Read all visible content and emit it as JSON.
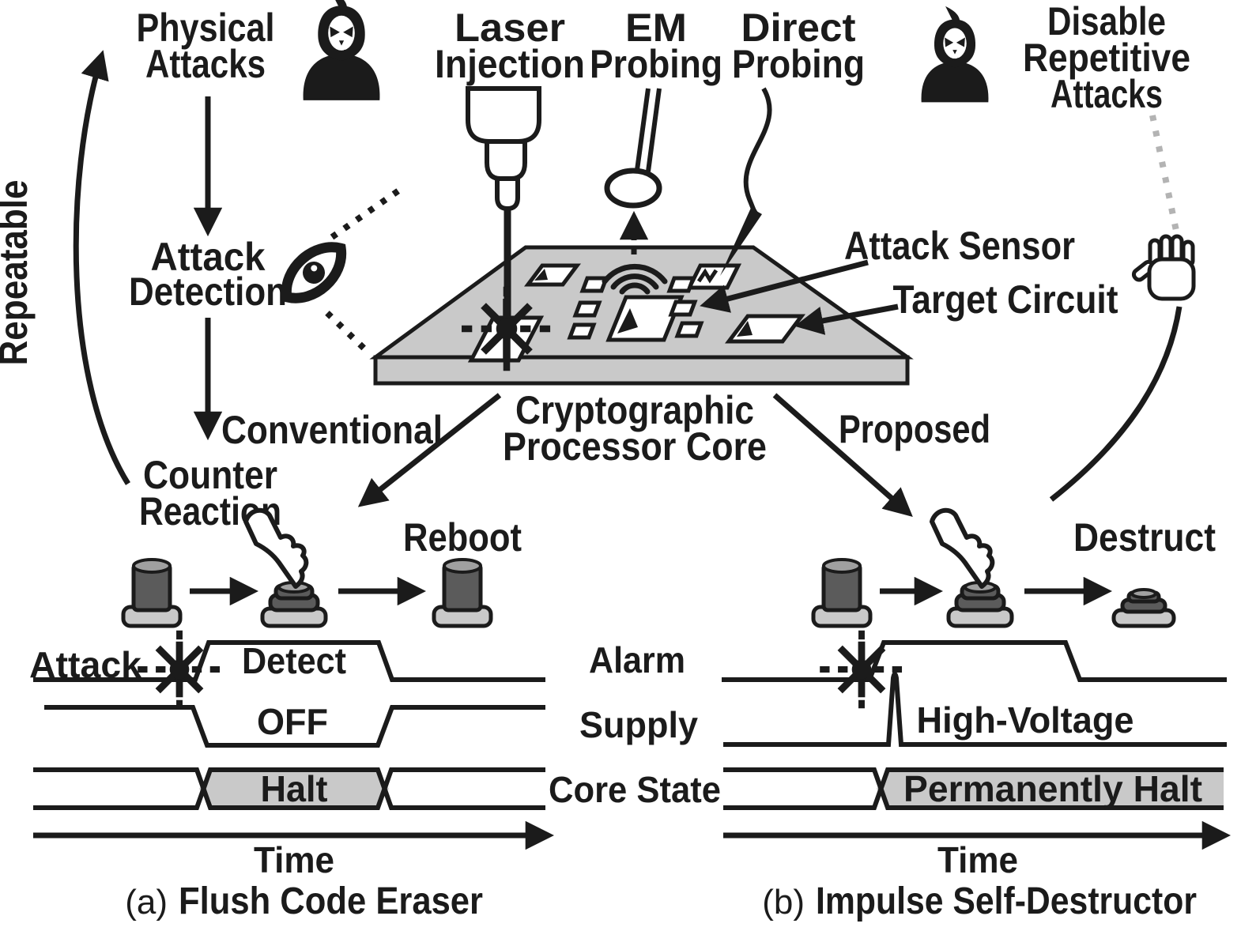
{
  "figure": {
    "type": "hardware-security-countermeasure-diagram"
  },
  "top_labels": {
    "physical_attacks": [
      "Physical",
      "Attacks"
    ],
    "laser_injection": [
      "Laser",
      "Injection"
    ],
    "em_probing": [
      "EM",
      "Probing"
    ],
    "direct_probing": [
      "Direct",
      "Probing"
    ],
    "disable_repetitive": [
      "Disable",
      "Repetitive",
      "Attacks"
    ]
  },
  "left_flow": {
    "repeatable": "Repeatable",
    "attack_detection": [
      "Attack",
      "Detection"
    ],
    "conventional": "Conventional",
    "counter_reaction": [
      "Counter",
      "Reaction"
    ]
  },
  "chip": {
    "attack_sensor": "Attack Sensor",
    "target_circuit": "Target Circuit",
    "name": [
      "Cryptographic",
      "Processor Core"
    ],
    "proposed": "Proposed"
  },
  "flow": {
    "reboot": "Reboot",
    "destruct": "Destruct"
  },
  "row_labels": {
    "alarm": "Alarm",
    "supply": "Supply",
    "core_state": "Core State"
  },
  "diagram_a": {
    "attack": "Attack",
    "detect": "Detect",
    "off": "OFF",
    "halt": "Halt",
    "time": "Time",
    "caption_prefix": "(a)",
    "caption": "Flush Code Eraser"
  },
  "diagram_b": {
    "high_voltage": "High-Voltage",
    "permanently_halt": "Permanently Halt",
    "time": "Time",
    "caption_prefix": "(b)",
    "caption": "Impulse Self-Destructor"
  },
  "icons": {
    "attacker": "grim-reaper",
    "detection": "eye",
    "block": "stop-hand",
    "press": "pressing-hand",
    "attack_event": "starburst",
    "laser": "laser-lens",
    "em_probe": "loop-probe",
    "direct_probe": "needle-probe",
    "reset_button": "push-button"
  },
  "colors": {
    "ink": "#1b1b1b",
    "chip_fill": "#c9c9c9",
    "bus_halt_fill": "#c9c9c9",
    "button_base": "#c9c9c9",
    "button_cap": "#5b5b5b",
    "button_cap_top": "#a0a0a0",
    "dotted_gray": "#b3b3b3"
  }
}
